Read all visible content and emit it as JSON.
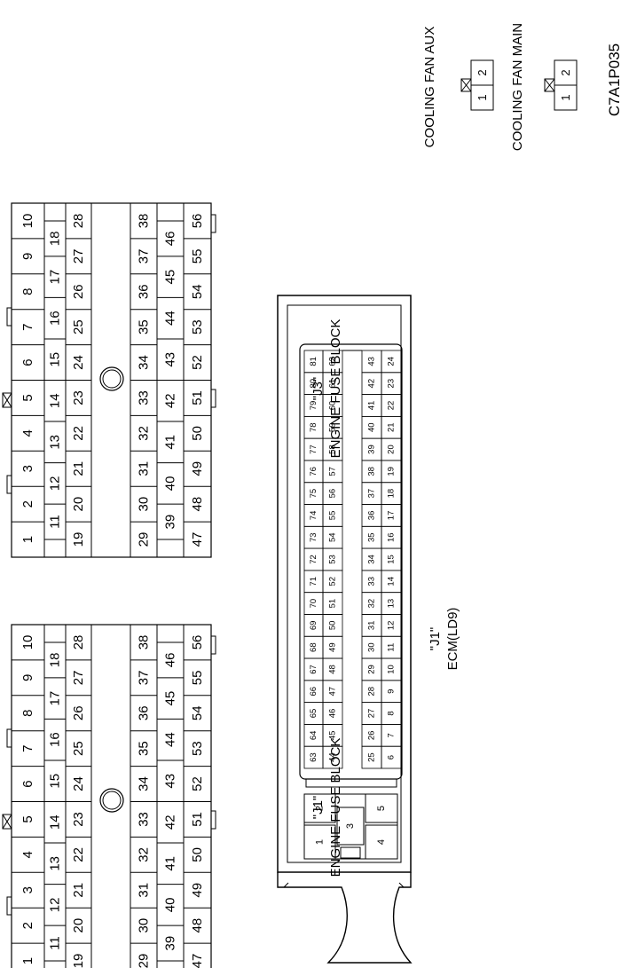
{
  "figure_id": "C7A1P035",
  "cooling_fan_main": {
    "label": "COOLING FAN MAIN",
    "pins": [
      "1",
      "2"
    ]
  },
  "cooling_fan_aux": {
    "label": "COOLING FAN AUX",
    "pins": [
      "1",
      "2"
    ]
  },
  "fuse_block_j1": {
    "connector": "\"J1\"",
    "label": "ENGINE FUSE BLOCK"
  },
  "fuse_block_j3": {
    "connector": "\"J3\"",
    "label": "ENGINE FUSE BLOCK"
  },
  "ecm": {
    "connector": "\"J1\"",
    "label": "ECM(LD9)"
  },
  "fuse_block_rows": [
    [
      "10",
      "9",
      "8",
      "7",
      "6",
      "5",
      "4",
      "3",
      "2",
      "1"
    ],
    [
      "18",
      "17",
      "16",
      "15",
      "14",
      "13",
      "12",
      "11"
    ],
    [
      "28",
      "27",
      "26",
      "25",
      "24",
      "23",
      "22",
      "21",
      "20",
      "19"
    ],
    [
      "38",
      "37",
      "36",
      "35",
      "34",
      "33",
      "32",
      "31",
      "30",
      "29"
    ],
    [
      "46",
      "45",
      "44",
      "43",
      "42",
      "41",
      "40",
      "39"
    ],
    [
      "56",
      "55",
      "54",
      "53",
      "52",
      "51",
      "50",
      "49",
      "48",
      "47"
    ]
  ],
  "ecm_pin_rows": [
    [
      "81",
      "80",
      "79",
      "78",
      "77",
      "76",
      "75",
      "74",
      "73",
      "72",
      "71",
      "70",
      "69",
      "68",
      "67",
      "66",
      "65",
      "64",
      "63"
    ],
    [
      "62",
      "61",
      "60",
      "59",
      "58",
      "57",
      "56",
      "55",
      "54",
      "53",
      "52",
      "51",
      "50",
      "49",
      "48",
      "47",
      "46",
      "45",
      "44"
    ],
    [
      "43",
      "42",
      "41",
      "40",
      "39",
      "38",
      "37",
      "36",
      "35",
      "34",
      "33",
      "32",
      "31",
      "30",
      "29",
      "28",
      "27",
      "26",
      "25"
    ],
    [
      "24",
      "23",
      "22",
      "21",
      "20",
      "19",
      "18",
      "17",
      "16",
      "15",
      "14",
      "13",
      "12",
      "11",
      "10",
      "9",
      "8",
      "7",
      "6"
    ]
  ],
  "ecm_large_pins": [
    "1",
    "2",
    "3",
    "4",
    "5"
  ]
}
